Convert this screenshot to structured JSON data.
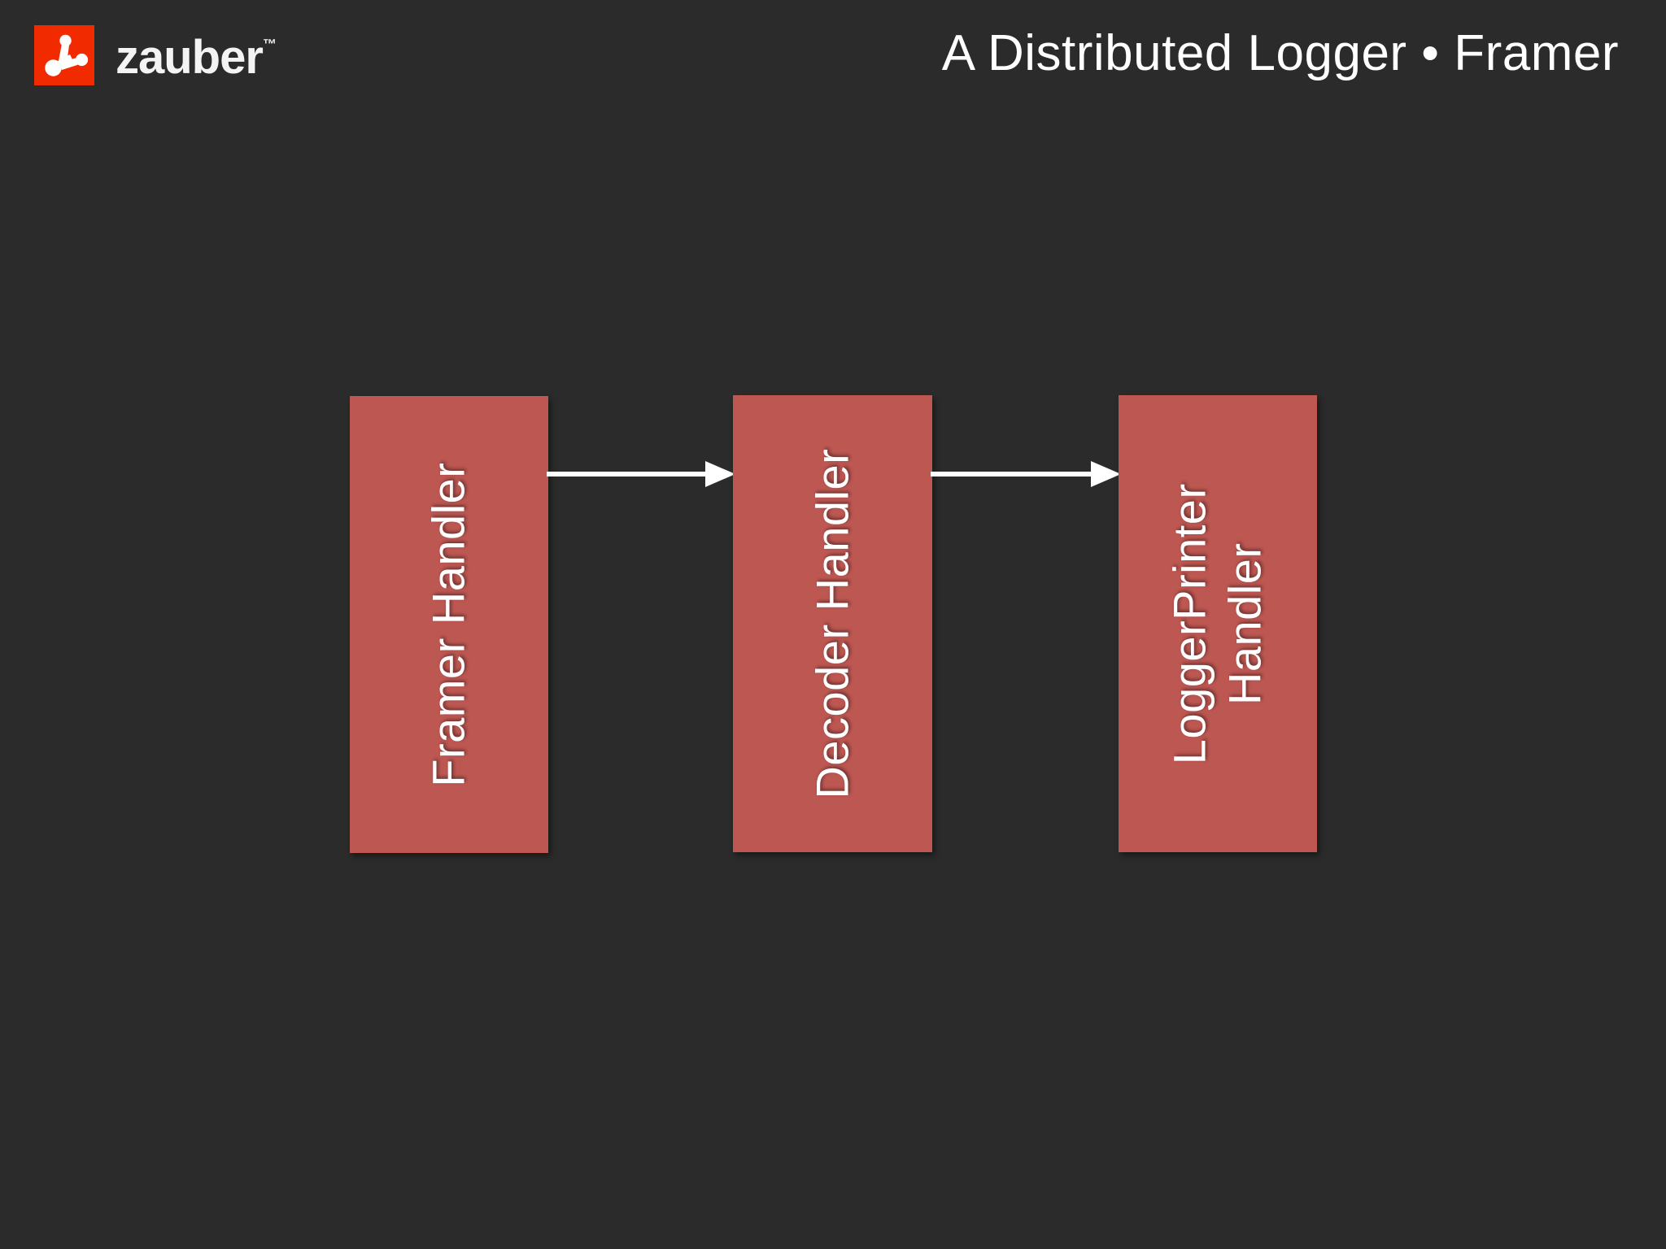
{
  "slide": {
    "background_color": "#2b2b2b",
    "title": "A Distributed Logger • Framer"
  },
  "brand": {
    "name": "zauber",
    "trademark": "™",
    "mark_icon": "zauber-molecule-icon",
    "mark_bg_color": "#f22a00",
    "wordmark_color": "#f4f4f4"
  },
  "diagram": {
    "type": "pipeline",
    "box_color": "#bd5752",
    "text_color": "#ffffff",
    "arrow_color": "#ffffff",
    "nodes": [
      {
        "id": "framer-handler",
        "label": "Framer Handler",
        "orientation": "vertical"
      },
      {
        "id": "decoder-handler",
        "label": "Decoder Handler",
        "orientation": "vertical"
      },
      {
        "id": "loggerprinter-handler",
        "label": "LoggerPrinter\nHandler",
        "orientation": "vertical"
      }
    ],
    "edges": [
      {
        "id": "edge-framer-to-decoder",
        "from": "framer-handler",
        "to": "decoder-handler",
        "style": "solid-arrow"
      },
      {
        "id": "edge-decoder-to-loggerprinter",
        "from": "decoder-handler",
        "to": "loggerprinter-handler",
        "style": "solid-arrow"
      }
    ]
  }
}
